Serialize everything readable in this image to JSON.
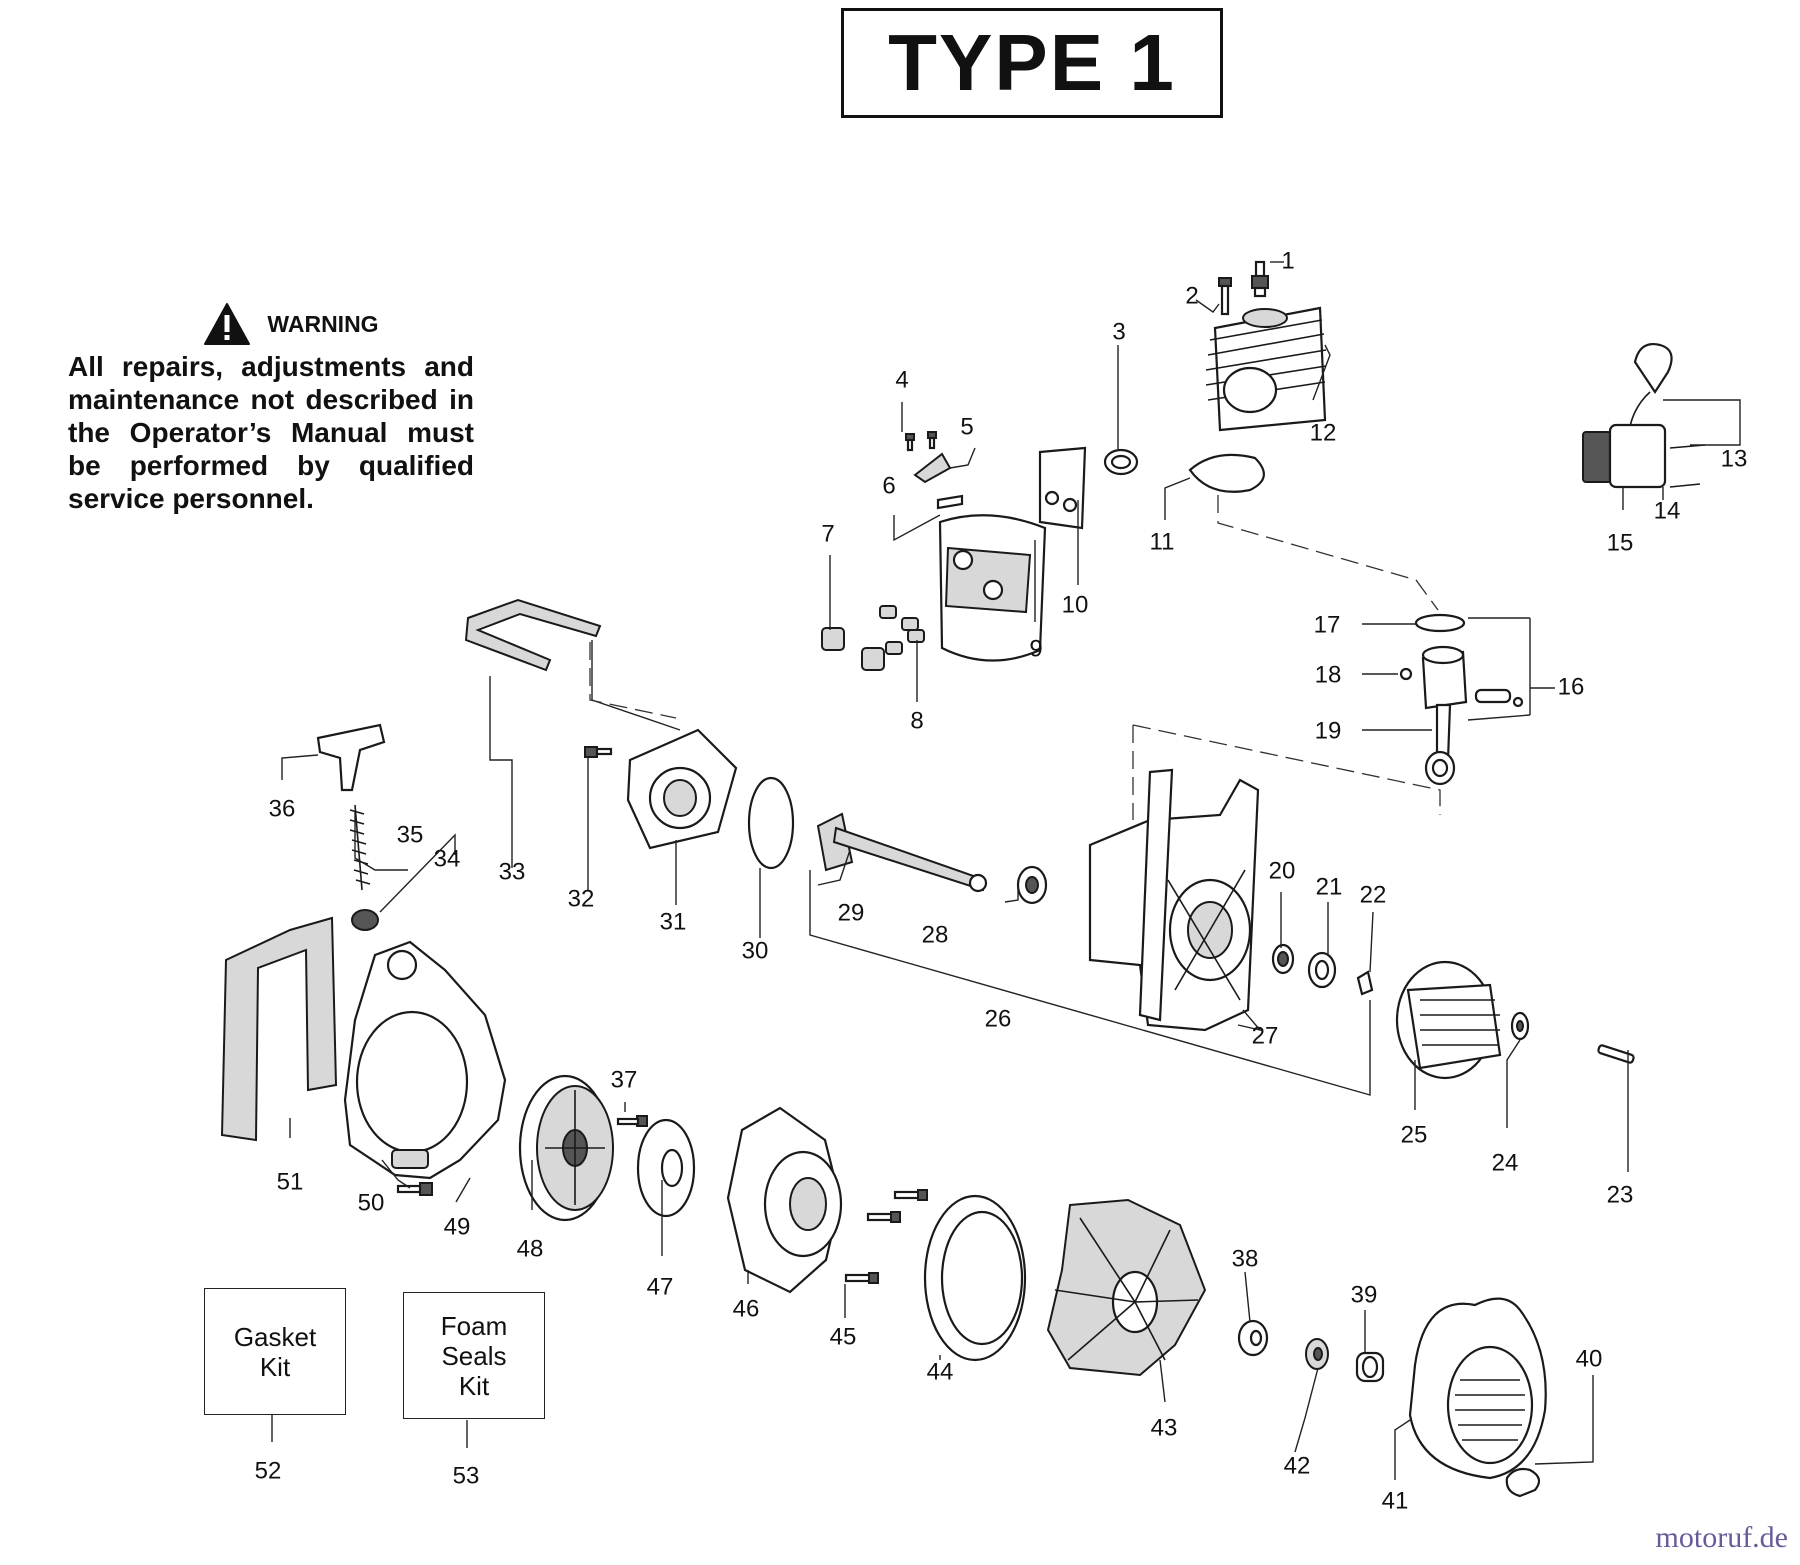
{
  "title": "TYPE 1",
  "warning": {
    "title": "WARNING",
    "body": "All repairs, adjustments and maintenance not described in the Operator’s Manual must be performed by qualified service personnel."
  },
  "kits": {
    "gasket": "Gasket\nKit",
    "foam": "Foam\nSeals\nKit"
  },
  "callouts": [
    "1",
    "2",
    "3",
    "4",
    "5",
    "6",
    "7",
    "8",
    "9",
    "10",
    "11",
    "12",
    "13",
    "14",
    "15",
    "16",
    "17",
    "18",
    "19",
    "20",
    "21",
    "22",
    "23",
    "24",
    "25",
    "26",
    "27",
    "28",
    "29",
    "30",
    "31",
    "32",
    "33",
    "34",
    "35",
    "36",
    "37",
    "38",
    "39",
    "40",
    "41",
    "42",
    "43",
    "44",
    "45",
    "46",
    "47",
    "48",
    "49",
    "50",
    "51",
    "52",
    "53"
  ],
  "watermark": "motoruf.de"
}
